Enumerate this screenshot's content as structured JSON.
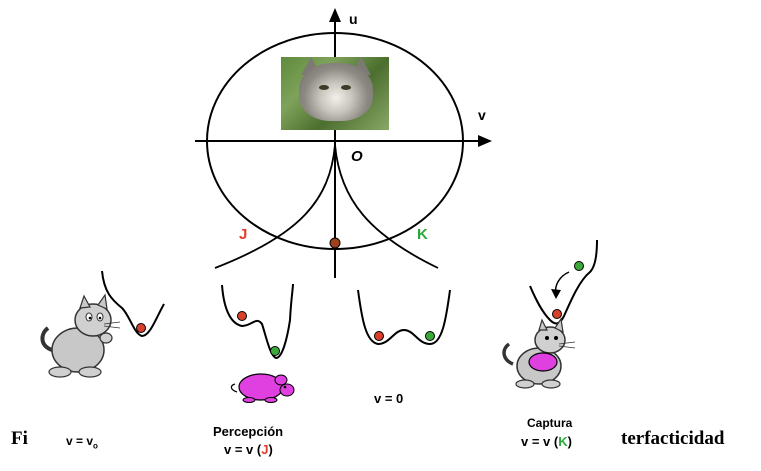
{
  "axes": {
    "u_label": "u",
    "v_label": "v",
    "origin_label": "O"
  },
  "branches": {
    "left_label": "J",
    "right_label": "K",
    "left_color": "#e53d2a",
    "right_color": "#2aa83a"
  },
  "photo": {
    "subject": "cat-photo"
  },
  "panels": [
    {
      "caption_top": "",
      "caption_bottom": "v = v",
      "caption_sub": "o"
    },
    {
      "caption_top": "Percepción",
      "caption_bottom": "v  = v (",
      "caption_letter": "J",
      "caption_close": ")"
    },
    {
      "caption_top": "",
      "caption_bottom": "v = 0"
    },
    {
      "caption_top": "Captura",
      "caption_bottom": "v = v (",
      "caption_letter": "K",
      "caption_close": ")"
    }
  ],
  "fragments": {
    "left": "Fi",
    "right": "terfacticidad"
  },
  "colors": {
    "ball_red": "#d9402a",
    "ball_green": "#3ba83a",
    "ball_brown": "#a0401c",
    "mouse": "#e040e0"
  }
}
